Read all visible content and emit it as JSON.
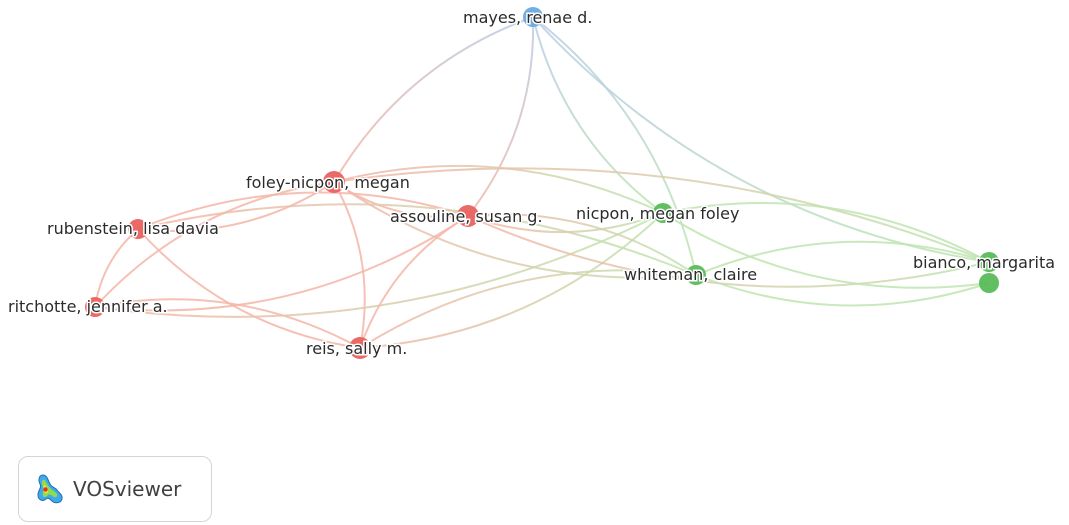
{
  "colors": {
    "cluster_red": "#e8625f",
    "cluster_green": "#58bc58",
    "cluster_blue": "#6aa9e2",
    "edge_red": "#f5b6a8",
    "edge_green": "#bfe5b0",
    "edge_blue": "#b9cde6",
    "label": "#2b2b2b"
  },
  "network": {
    "nodes": [
      {
        "id": "mayes",
        "label": "mayes, renae d.",
        "cluster": "blue",
        "icon": "circle-node"
      },
      {
        "id": "foley-nicpon",
        "label": "foley-nicpon, megan",
        "cluster": "red",
        "icon": "circle-node"
      },
      {
        "id": "assouline",
        "label": "assouline, susan g.",
        "cluster": "red",
        "icon": "circle-node"
      },
      {
        "id": "nicpon",
        "label": "nicpon, megan foley",
        "cluster": "green",
        "icon": "circle-node"
      },
      {
        "id": "rubenstein",
        "label": "rubenstein, lisa davia",
        "cluster": "red",
        "icon": "circle-node"
      },
      {
        "id": "whiteman",
        "label": "whiteman, claire",
        "cluster": "green",
        "icon": "circle-node"
      },
      {
        "id": "bianco",
        "label": "bianco, margarita",
        "cluster": "green",
        "icon": "circle-node"
      },
      {
        "id": "bianco-2",
        "label": "",
        "cluster": "green",
        "icon": "circle-node"
      },
      {
        "id": "ritchotte",
        "label": "ritchotte, jennifer a.",
        "cluster": "red",
        "icon": "circle-node"
      },
      {
        "id": "reis",
        "label": "reis, sally m.",
        "cluster": "red",
        "icon": "circle-node"
      }
    ],
    "links": [
      [
        "mayes",
        "foley-nicpon"
      ],
      [
        "mayes",
        "assouline"
      ],
      [
        "mayes",
        "nicpon"
      ],
      [
        "mayes",
        "whiteman"
      ],
      [
        "mayes",
        "bianco"
      ],
      [
        "foley-nicpon",
        "rubenstein"
      ],
      [
        "foley-nicpon",
        "ritchotte"
      ],
      [
        "foley-nicpon",
        "reis"
      ],
      [
        "foley-nicpon",
        "assouline"
      ],
      [
        "foley-nicpon",
        "nicpon"
      ],
      [
        "foley-nicpon",
        "whiteman"
      ],
      [
        "foley-nicpon",
        "bianco"
      ],
      [
        "rubenstein",
        "ritchotte"
      ],
      [
        "rubenstein",
        "assouline"
      ],
      [
        "rubenstein",
        "reis"
      ],
      [
        "rubenstein",
        "whiteman"
      ],
      [
        "ritchotte",
        "assouline"
      ],
      [
        "ritchotte",
        "reis"
      ],
      [
        "ritchotte",
        "nicpon"
      ],
      [
        "reis",
        "assouline"
      ],
      [
        "reis",
        "nicpon"
      ],
      [
        "reis",
        "whiteman"
      ],
      [
        "assouline",
        "nicpon"
      ],
      [
        "assouline",
        "whiteman"
      ],
      [
        "assouline",
        "bianco"
      ],
      [
        "nicpon",
        "bianco"
      ],
      [
        "nicpon",
        "bianco-2"
      ],
      [
        "whiteman",
        "bianco"
      ],
      [
        "whiteman",
        "bianco-2"
      ]
    ]
  },
  "badge": {
    "name": "VOSviewer",
    "icon": "vosviewer-logo-icon"
  }
}
